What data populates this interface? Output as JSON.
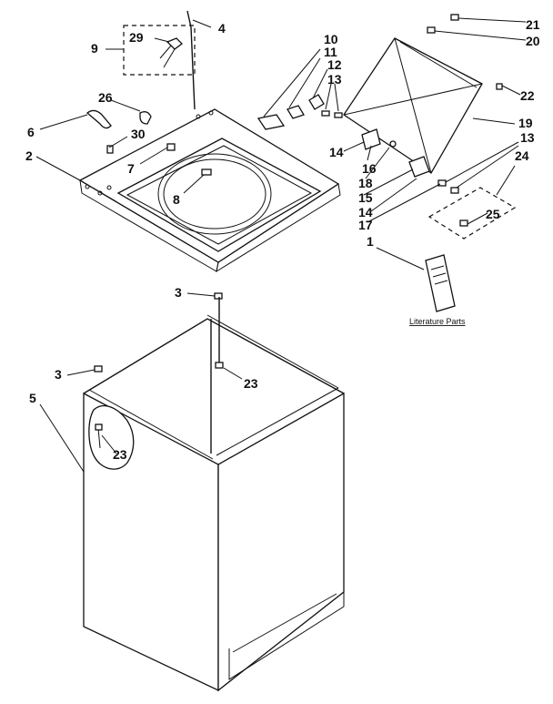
{
  "diagram": {
    "callouts": [
      "1",
      "2",
      "3",
      "3",
      "4",
      "5",
      "6",
      "7",
      "8",
      "9",
      "10",
      "11",
      "12",
      "13",
      "13",
      "14",
      "14",
      "15",
      "16",
      "17",
      "18",
      "19",
      "20",
      "21",
      "22",
      "23",
      "23",
      "24",
      "25",
      "26",
      "29",
      "30"
    ],
    "literature_caption": "Literature Parts"
  }
}
